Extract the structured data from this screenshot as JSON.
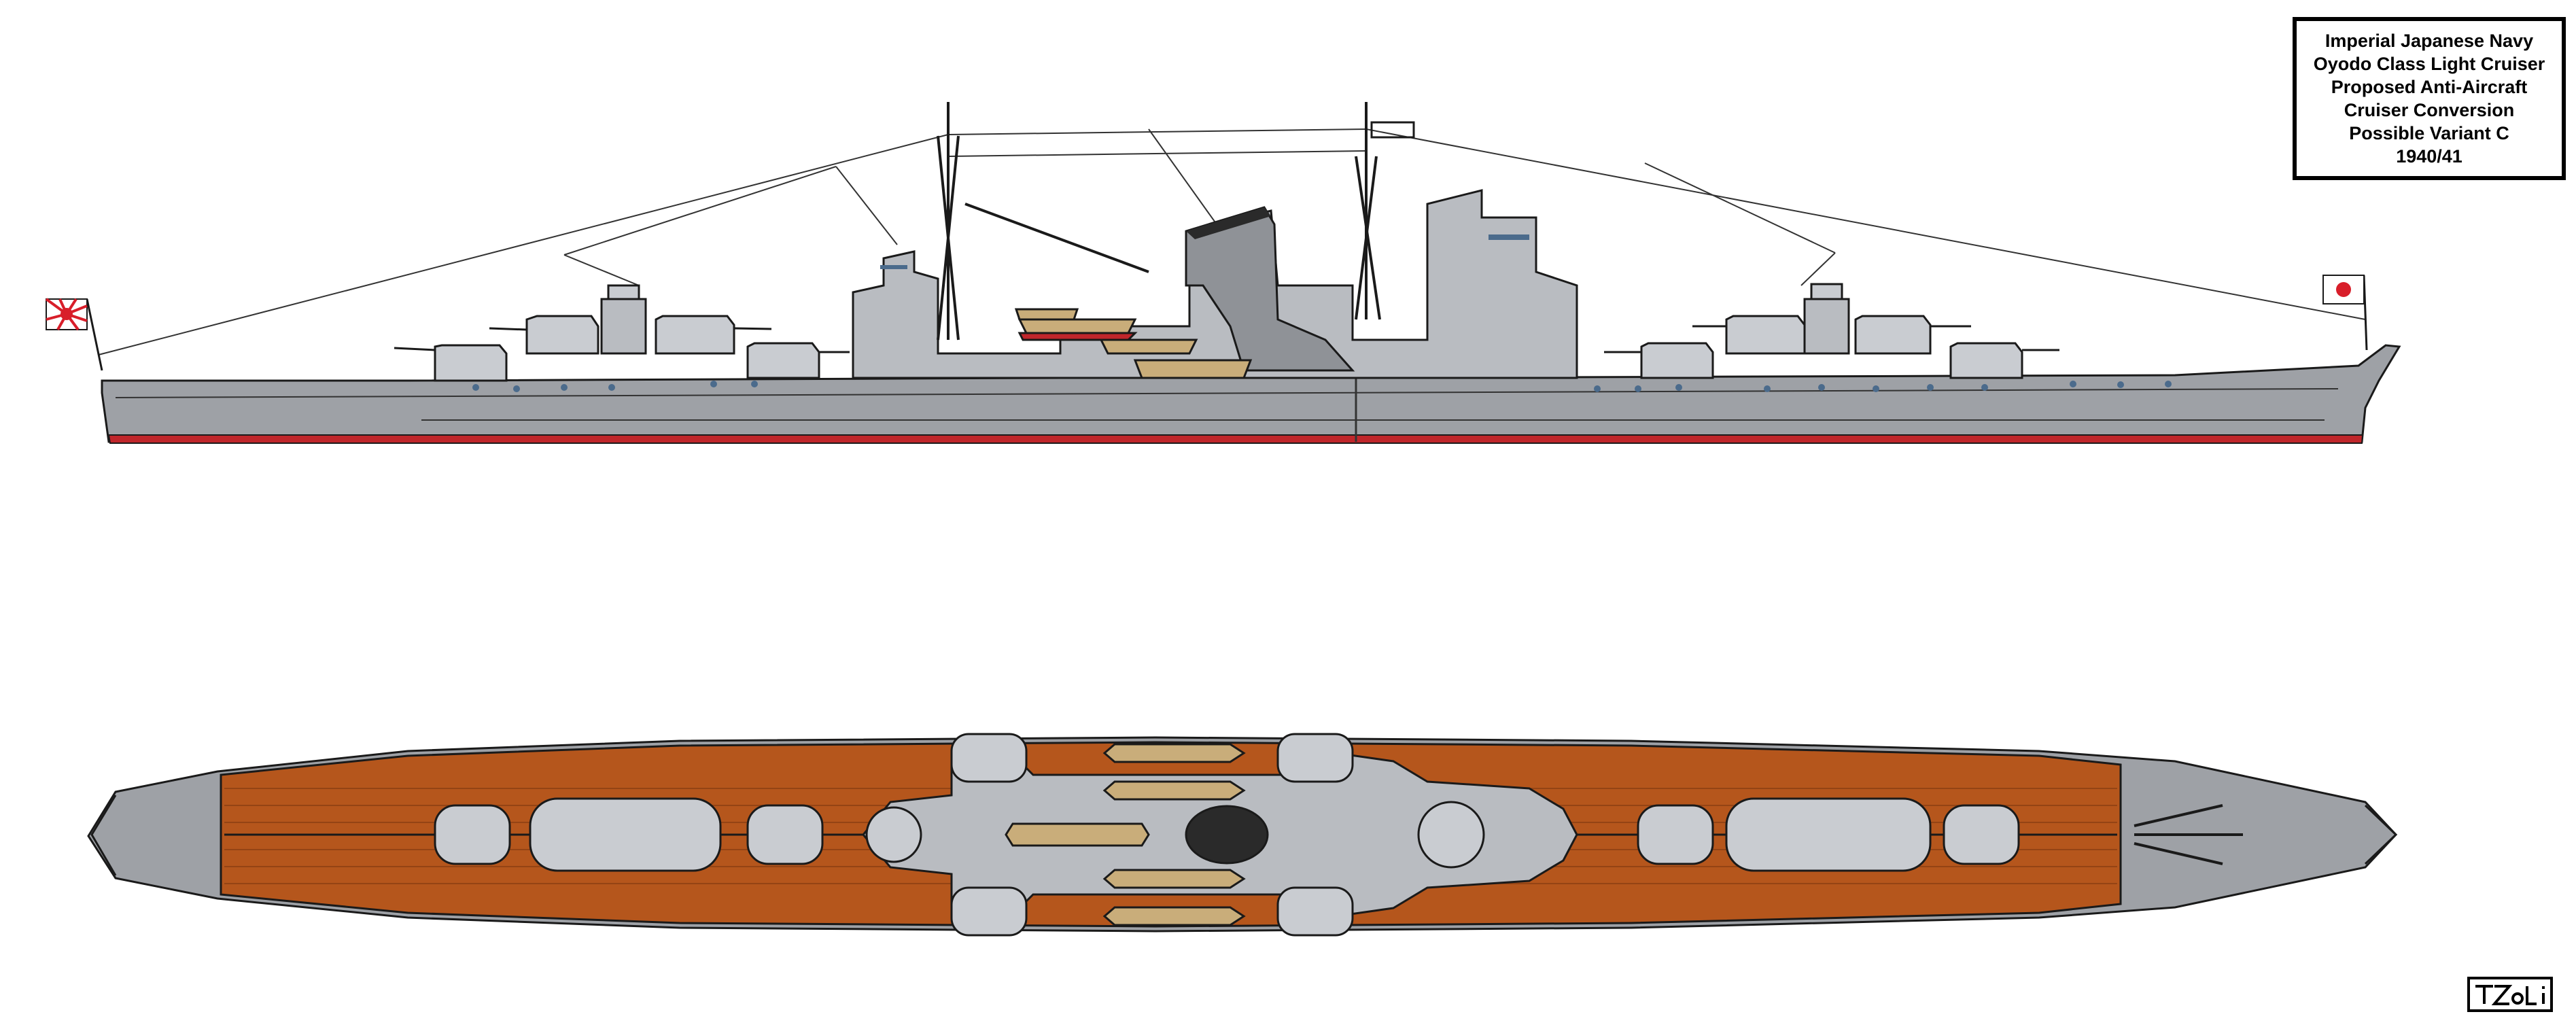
{
  "title_block": {
    "lines": [
      "Imperial Japanese Navy",
      "Oyodo Class Light Cruiser",
      "Proposed Anti-Aircraft",
      "Cruiser Conversion",
      "Possible Variant C",
      "1940/41"
    ]
  },
  "signature": {
    "text": "TZoli"
  },
  "colors": {
    "hull_grey": "#9ea1a6",
    "superstructure_grey": "#b9bcc1",
    "turret_grey": "#c9ccd1",
    "waterline_red": "#c0262b",
    "deck_wood": "#b5561c",
    "deck_plank_line": "#8a3f12",
    "outline": "#1a1a1a",
    "boat_tan": "#c9ad7a",
    "flag_red": "#d81e2a"
  },
  "icons": {
    "ensign": "rising-sun-flag-icon",
    "jack": "hinomaru-flag-icon"
  }
}
